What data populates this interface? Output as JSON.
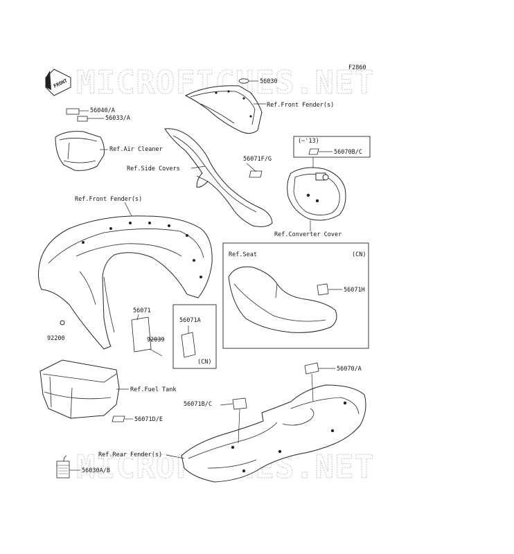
{
  "figure_code": "F2860",
  "watermark": "MICROFICHES.NET",
  "front_badge": "FRONT",
  "callouts": {
    "p56030": "56030",
    "ref_front_fender_top": "Ref.Front Fender(s)",
    "p56040": "56040/A",
    "p56033": "56033/A",
    "ref_air_cleaner": "Ref.Air Cleaner",
    "ref_side_covers": "Ref.Side Covers",
    "p56071fg": "56071F/G",
    "year_note": "(~'13)",
    "p56070bc": "56070B/C",
    "ref_converter_cover": "Ref.Converter Cover",
    "ref_front_fender_left": "Ref.Front Fender(s)",
    "ref_seat": "Ref.Seat",
    "cn_seat": "(CN)",
    "p56071h": "56071H",
    "p56071": "56071",
    "p56071a": "56071A",
    "cn_label": "(CN)",
    "p92039": "92039",
    "p92200": "92200",
    "ref_fuel_tank": "Ref.Fuel Tank",
    "p56071de": "56071D/E",
    "p56070a": "56070/A",
    "p56071bc": "56071B/C",
    "ref_rear_fender": "Ref.Rear Fender(s)",
    "p56030ab": "56030A/B"
  }
}
